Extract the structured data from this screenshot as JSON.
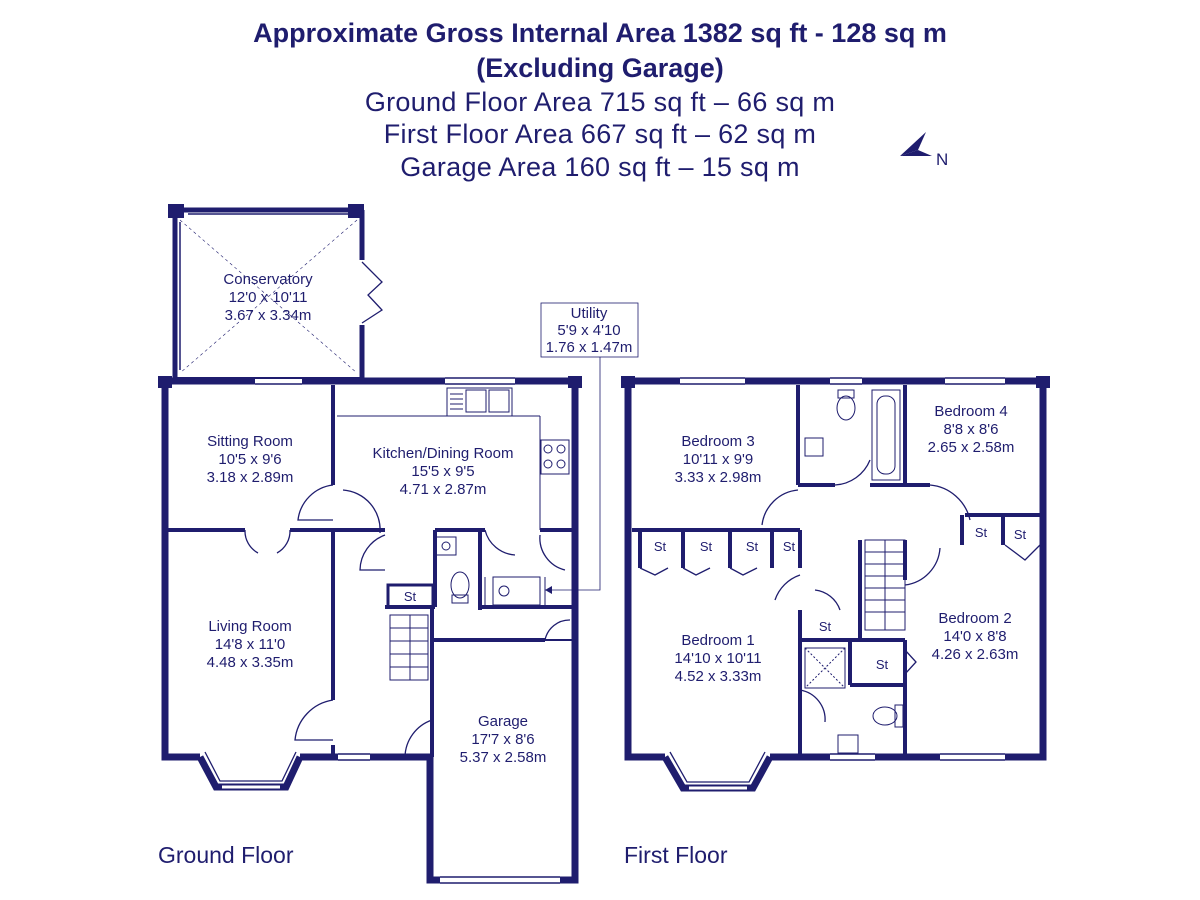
{
  "header": {
    "gross_area": "Approximate Gross Internal Area 1382 sq ft - 128 sq m",
    "excluding": "(Excluding Garage)",
    "ground_area": "Ground Floor Area 715 sq ft – 66 sq m",
    "first_area": "First Floor Area 667 sq ft – 62 sq m",
    "garage_area": "Garage Area 160 sq ft – 15 sq m"
  },
  "compass": {
    "label": "N",
    "icon": "north-arrow-icon"
  },
  "colors": {
    "wall": "#1f1d6e",
    "text": "#1f1d6e",
    "background": "#ffffff"
  },
  "floors": {
    "ground": "Ground Floor",
    "first": "First Floor"
  },
  "rooms": {
    "conservatory": {
      "name": "Conservatory",
      "imperial": "12'0 x 10'11",
      "metric": "3.67 x 3.34m"
    },
    "sitting": {
      "name": "Sitting Room",
      "imperial": "10'5 x 9'6",
      "metric": "3.18 x 2.89m"
    },
    "kitchen": {
      "name": "Kitchen/Dining Room",
      "imperial": "15'5 x 9'5",
      "metric": "4.71 x 2.87m"
    },
    "utility": {
      "name": "Utility",
      "imperial": "5'9 x 4'10",
      "metric": "1.76 x 1.47m"
    },
    "living": {
      "name": "Living Room",
      "imperial": "14'8 x 11'0",
      "metric": "4.48 x 3.35m"
    },
    "garage": {
      "name": "Garage",
      "imperial": "17'7 x 8'6",
      "metric": "5.37 x 2.58m"
    },
    "bedroom3": {
      "name": "Bedroom 3",
      "imperial": "10'11 x 9'9",
      "metric": "3.33 x 2.98m"
    },
    "bedroom4": {
      "name": "Bedroom 4",
      "imperial": "8'8 x 8'6",
      "metric": "2.65 x 2.58m"
    },
    "bedroom1": {
      "name": "Bedroom 1",
      "imperial": "14'10 x 10'11",
      "metric": "4.52 x 3.33m"
    },
    "bedroom2": {
      "name": "Bedroom 2",
      "imperial": "14'0 x 8'8",
      "metric": "4.26 x 2.63m"
    }
  },
  "storage_label": "St"
}
